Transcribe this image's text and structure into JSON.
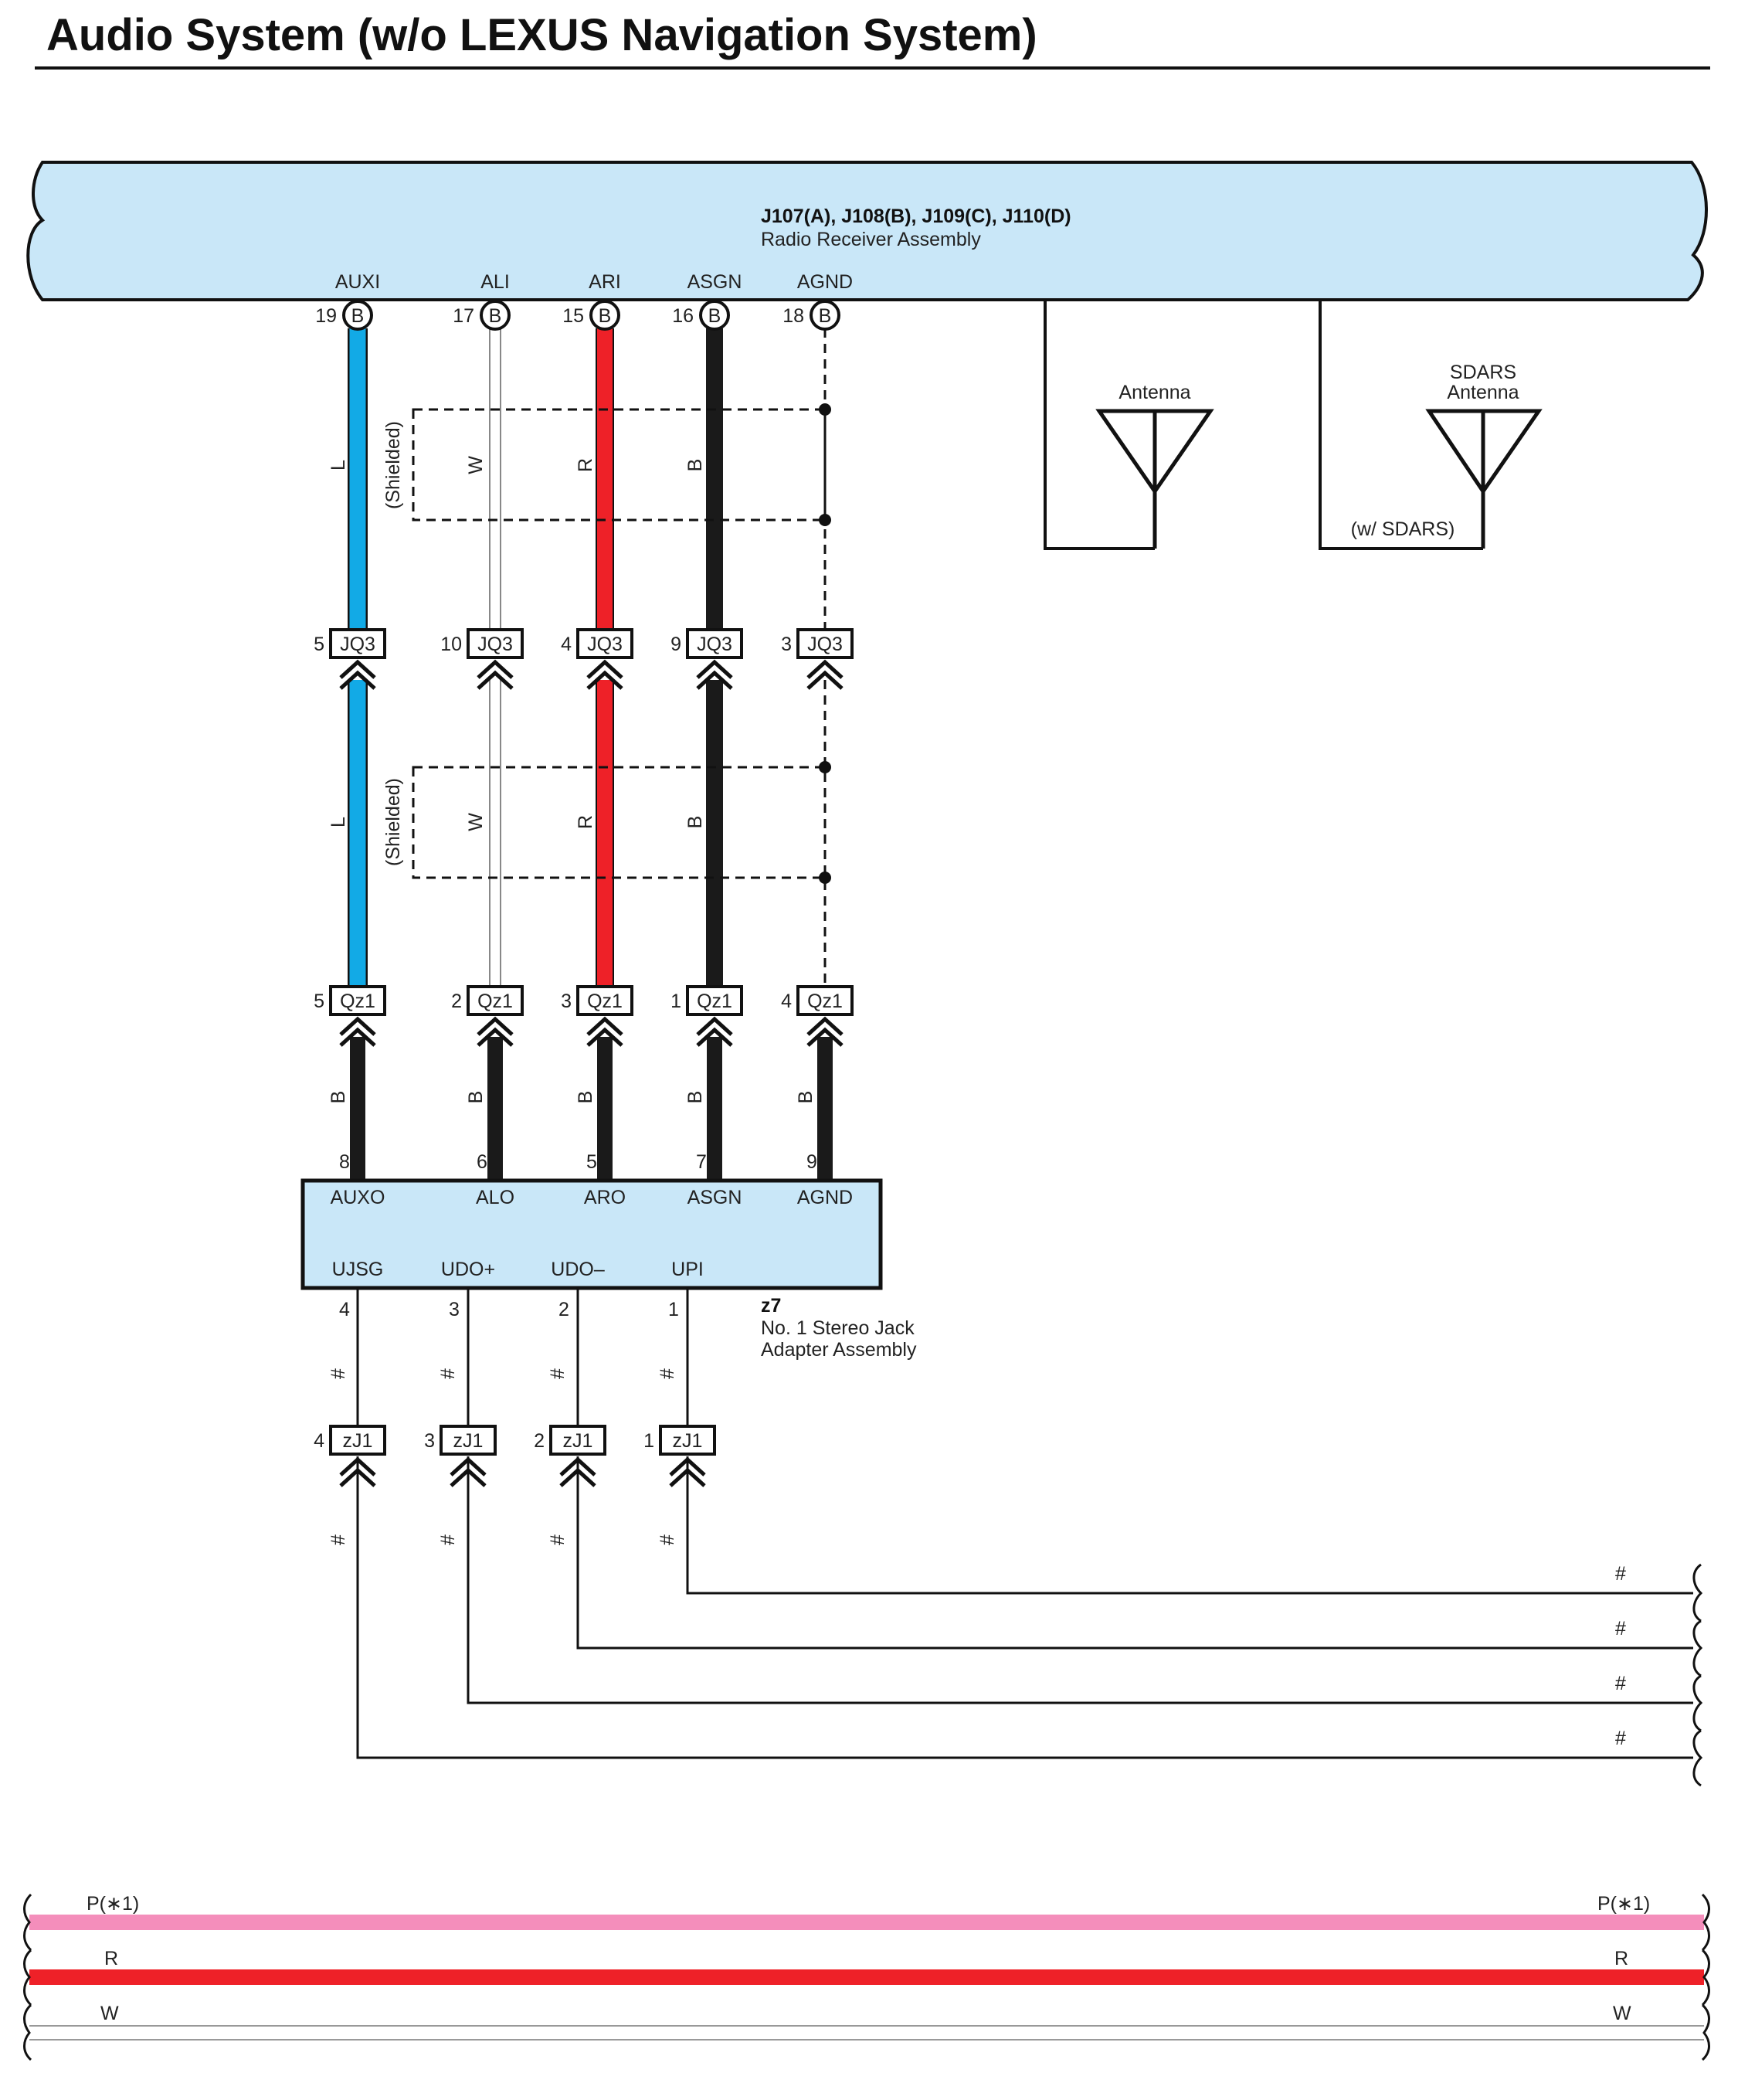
{
  "title": "Audio System (w/o LEXUS Navigation System)",
  "colors": {
    "panel": "#c9e7f8",
    "blue_wire": "#12aae6",
    "red_wire": "#ee2128",
    "black_wire": "#1a1a1a",
    "white_wire": "#ffffff",
    "pink_wire": "#f48ebb",
    "gray": "#999999"
  },
  "receiver": {
    "connectors": "J107(A), J108(B), J109(C), J110(D)",
    "name": "Radio Receiver Assembly",
    "terminals": [
      {
        "name": "AUXI",
        "pin": "19",
        "conn": "B"
      },
      {
        "name": "ALI",
        "pin": "17",
        "conn": "B"
      },
      {
        "name": "ARI",
        "pin": "15",
        "conn": "B"
      },
      {
        "name": "ASGN",
        "pin": "16",
        "conn": "B"
      },
      {
        "name": "AGND",
        "pin": "18",
        "conn": "B"
      }
    ]
  },
  "upper_wire_colors": [
    "L",
    "W",
    "R",
    "B"
  ],
  "shielded_label": "(Shielded)",
  "jq3": {
    "name": "JQ3",
    "pins": [
      "5",
      "10",
      "4",
      "9",
      "3"
    ]
  },
  "lower_wire_colors": [
    "L",
    "W",
    "R",
    "B"
  ],
  "qz1": {
    "name": "Qz1",
    "pins": [
      "5",
      "2",
      "3",
      "1",
      "4"
    ]
  },
  "adapter_wire_colors": [
    "B",
    "B",
    "B",
    "B",
    "B"
  ],
  "adapter": {
    "id": "z7",
    "name_line1": "No.  1 Stereo Jack",
    "name_line2": "Adapter Assembly",
    "top_pins": [
      "8",
      "6",
      "5",
      "7",
      "9"
    ],
    "top_terminals": [
      "AUXO",
      "ALO",
      "ARO",
      "ASGN",
      "AGND"
    ],
    "bottom_terminals": [
      "UJSG",
      "UDO+",
      "UDO–",
      "UPI"
    ],
    "bottom_pins": [
      "4",
      "3",
      "2",
      "1"
    ]
  },
  "hash": "#",
  "zj1": {
    "name": "zJ1",
    "pins": [
      "4",
      "3",
      "2",
      "1"
    ]
  },
  "antenna": {
    "label": "Antenna"
  },
  "sdars": {
    "label_line1": "SDARS",
    "label_line2": "Antenna",
    "note": "(w/ SDARS)"
  },
  "bottom_bus": [
    {
      "label": "P(∗1)"
    },
    {
      "label": "R"
    },
    {
      "label": "W"
    }
  ]
}
